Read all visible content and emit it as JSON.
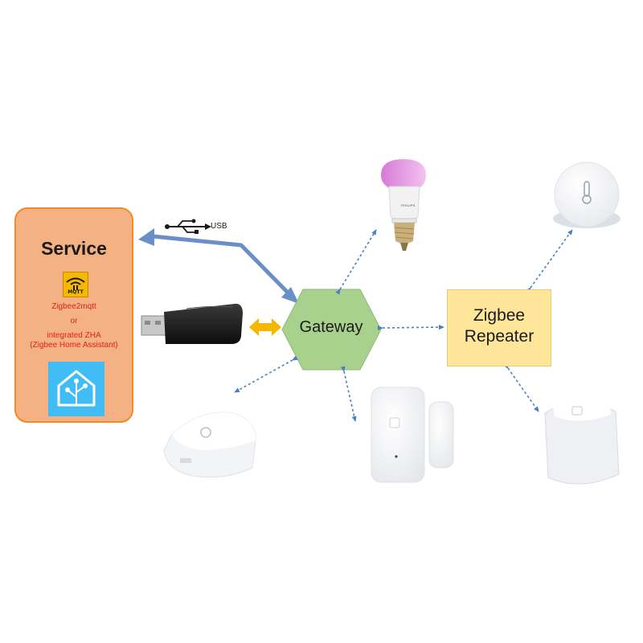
{
  "service": {
    "title": "Service",
    "mqtt_logo_text": "MQTT",
    "line1": "Zigbee2mqtt",
    "line2": "or",
    "line3": "integrated ZHA",
    "line4": "(Zigbee Home Assistant)"
  },
  "usb": {
    "label": "USB"
  },
  "gateway": {
    "label": "Gateway"
  },
  "repeater": {
    "line1": "Zigbee",
    "line2": "Repeater"
  },
  "bulb": {
    "brand": "PHILIPS"
  },
  "colors": {
    "service_fill": "#f4b183",
    "service_border": "#f08a2b",
    "service_text_red": "#e0201a",
    "gateway_fill": "#a9d18e",
    "repeater_fill": "#ffe699",
    "usb_arrow": "#6a8fc7",
    "dongle_arrow": "#f5b800",
    "dotted_link": "#4a7fc1",
    "home_assistant_blue": "#41bdf5"
  },
  "icons": [
    "usb-icon",
    "mqtt-logo",
    "home-assistant-logo",
    "zigbee-usb-dongle",
    "smart-bulb",
    "temperature-sensor",
    "hub-device",
    "door-window-sensor",
    "motion-sensor"
  ]
}
